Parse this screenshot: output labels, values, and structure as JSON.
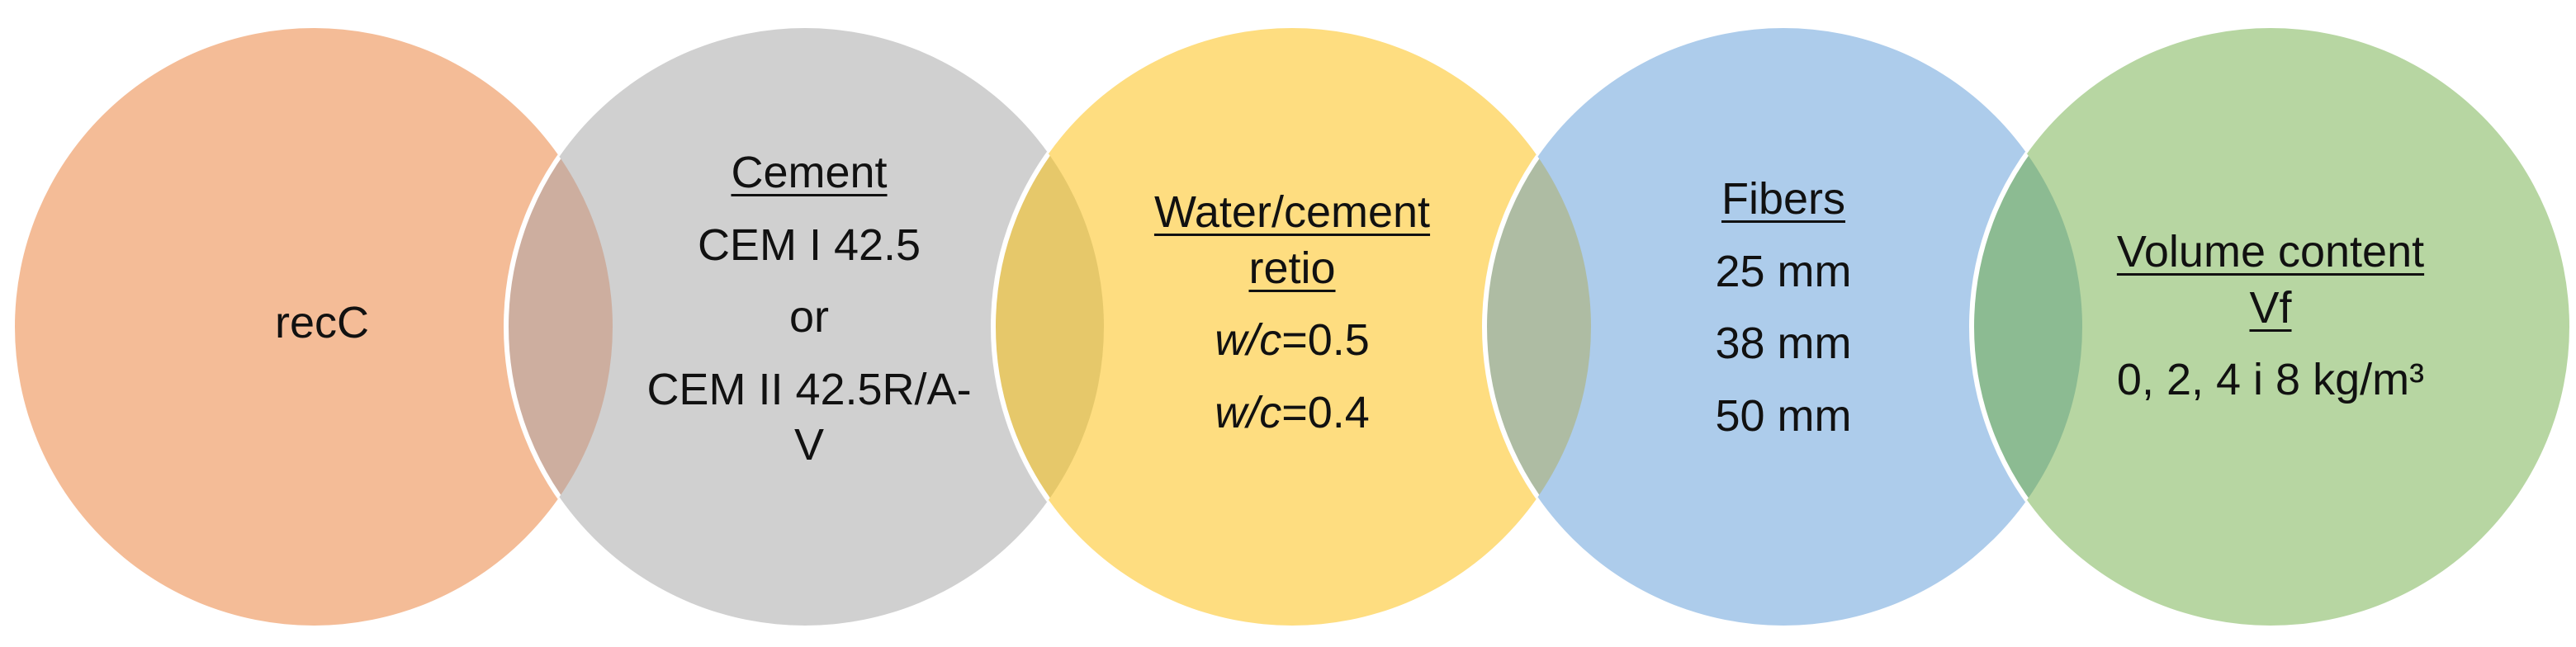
{
  "colors": {
    "circle_orange": "#F4BC97",
    "circle_gray": "#D0D0D0",
    "circle_yellow": "#FEDD80",
    "circle_blue": "#ADCCEB",
    "circle_green": "#B7D6A2",
    "overlap_orange_gray": "#CDAE9F",
    "overlap_gray_yellow": "#E6C86A",
    "overlap_yellow_blue": "#AEBCA3",
    "overlap_blue_green": "#8CBB92",
    "outline": "#FFFFFF",
    "text": "#111111"
  },
  "circles": [
    {
      "id": "recC",
      "lines": [
        "recC"
      ]
    },
    {
      "id": "cement",
      "heading": "Cement",
      "lines": [
        "CEM I 42.5",
        "or",
        "CEM II 42.5R/A-",
        "V"
      ]
    },
    {
      "id": "water_cement",
      "heading_lines": [
        "Water/cement",
        "retio"
      ],
      "lines": [
        {
          "italic": "w/c",
          "rest": "=0.5"
        },
        {
          "italic": "w/c",
          "rest": "=0.4"
        }
      ]
    },
    {
      "id": "fibers",
      "heading": "Fibers",
      "lines": [
        "25 mm",
        "38 mm",
        "50 mm"
      ]
    },
    {
      "id": "volume",
      "heading_lines": [
        "Volume content",
        "Vf"
      ],
      "lines": [
        "0, 2, 4 i 8 kg/m³"
      ]
    }
  ]
}
